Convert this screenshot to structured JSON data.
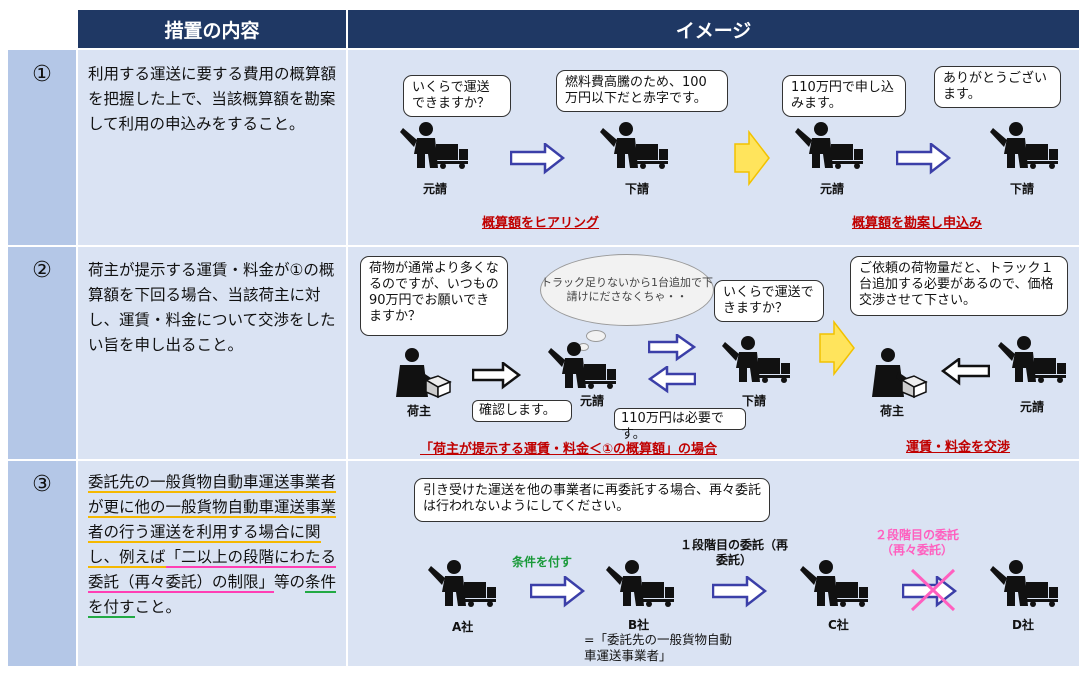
{
  "header": {
    "col1": "措置の内容",
    "col2": "イメージ"
  },
  "rows": [
    {
      "num": "①",
      "desc": "利用する運送に要する費用の概算額を把握した上で、当該概算額を勘案して利用の申込みをすること。"
    },
    {
      "num": "②",
      "desc": "荷主が提示する運賃・料金が①の概算額を下回る場合、当該荷主に対し、運賃・料金について交渉をしたい旨を申し出ること。"
    },
    {
      "num": "③",
      "desc_parts": [
        "委託先の一般貨物自動車運送事業者が更に他の一般貨物自動車運送事業者の行う運送を利用する場合に関し、例えば",
        "「二以上の段階にわたる委託（再々委託）の制限」",
        "等の",
        "条件を付す",
        "こと。"
      ]
    }
  ],
  "r1": {
    "b1": "いくらで運送できますか？",
    "b2": "燃料費高騰のため、100万円以下だと赤字です。",
    "b3": "110万円で申し込みます。",
    "b4": "ありがとうございます。",
    "l1": "元請",
    "l2": "下請",
    "l3": "元請",
    "l4": "下請",
    "cap1": "概算額をヒアリング",
    "cap2": "概算額を勘案し申込み"
  },
  "r2": {
    "b1": "荷物が通常より多くなるのですが、いつもの90万円でお願いできますか？",
    "think": "トラック足りないから1台追加で下請けにださなくちゃ・・",
    "b2": "いくらで運送できますか？",
    "b3": "ご依頼の荷物量だと、トラック１台追加する必要があるので、価格交渉させて下さい。",
    "p1": "確認します。",
    "p2": "110万円は必要です。",
    "l1": "荷主",
    "l2": "元請",
    "l3": "下請",
    "l4": "荷主",
    "l5": "元請",
    "cap1": "「荷主が提示する運賃・料金＜①の概算額」の場合",
    "cap2": "運賃・料金を交渉"
  },
  "r3": {
    "b1": "引き受けた運送を他の事業者に再委託する場合、再々委託は行われないようにしてください。",
    "cond": "条件を付す",
    "stage1": "１段階目の委託（再委託）",
    "stage2": "２段階目の委託（再々委託）",
    "l1": "A社",
    "l2": "B社",
    "l3": "C社",
    "l4": "D社",
    "note": "=「委託先の一般貨物自動車運送事業者」"
  },
  "colors": {
    "header": "#1f3864",
    "num_cell": "#b4c7e7",
    "cell": "#dae3f3",
    "arrow_blue": "#3b3fa8",
    "arrow_yellow": "#ffe45c",
    "caption_red": "#c00000",
    "pink": "#ff5fbf",
    "green": "#1a9a3a"
  },
  "icons": [
    "person-with-truck-icon",
    "person-with-box-icon",
    "right-arrow-icon",
    "left-arrow-icon",
    "cross-mark-icon"
  ]
}
